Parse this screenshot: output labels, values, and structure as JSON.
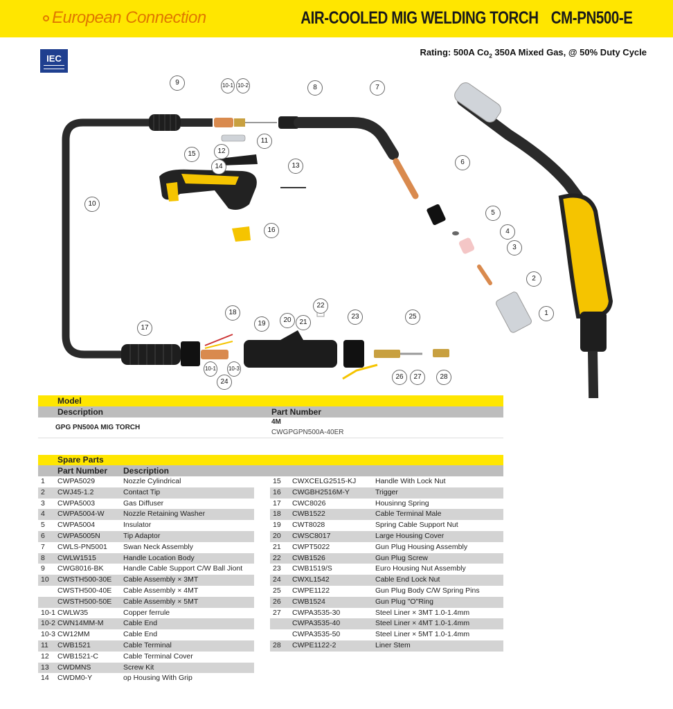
{
  "header": {
    "brand": "European Connection",
    "title": "AIR-COOLED MIG WELDING TORCH",
    "model": "CM-PN500-E",
    "bg_color": "#ffe600",
    "brand_color": "#e07800"
  },
  "logo": {
    "text": "IEC"
  },
  "rating": {
    "prefix": "Rating: 500A Co",
    "sub": "2",
    "suffix": " 350A Mixed Gas, @ 50% Duty Cycle"
  },
  "diagram": {
    "callouts": [
      "1",
      "2",
      "3",
      "4",
      "5",
      "6",
      "7",
      "8",
      "9",
      "10-1",
      "10-2",
      "11",
      "12",
      "13",
      "14",
      "15",
      "16",
      "10",
      "17",
      "18",
      "19",
      "20",
      "21",
      "22",
      "23",
      "25",
      "26",
      "27",
      "28",
      "10-1",
      "10-3",
      "24"
    ]
  },
  "model_table": {
    "title": "Model",
    "col_description": "Description",
    "col_part_number": "Part Number",
    "length": "4M",
    "description": "GPG PN500A MIG TORCH",
    "part_number": "CWGPGPN500A-40ER"
  },
  "spare_parts": {
    "title": "Spare Parts",
    "col_part_number": "Part Number",
    "col_description": "Description",
    "left": [
      {
        "no": "1",
        "pn": "CWPA5029",
        "desc": "Nozzle Cylindrical"
      },
      {
        "no": "2",
        "pn": "CWJ45-1.2",
        "desc": "Contact Tip"
      },
      {
        "no": "3",
        "pn": "CWPA5003",
        "desc": "Gas Diffuser"
      },
      {
        "no": "4",
        "pn": "CWPA5004-W",
        "desc": "Nozzle Retaining Washer"
      },
      {
        "no": "5",
        "pn": "CWPA5004",
        "desc": "Insulator"
      },
      {
        "no": "6",
        "pn": "CWPA5005N",
        "desc": "Tip Adaptor"
      },
      {
        "no": "7",
        "pn": "CWLS-PN5001",
        "desc": "Swan Neck Assembly"
      },
      {
        "no": "8",
        "pn": "CWLW1515",
        "desc": "Handle Location Body"
      },
      {
        "no": "9",
        "pn": "CWG8016-BK",
        "desc": "Handle Cable Support C/W Ball Jiont"
      },
      {
        "no": "10",
        "pn": "CWSTH500-30E",
        "desc": "Cable Assembly × 3MT"
      },
      {
        "no": "",
        "pn": "CWSTH500-40E",
        "desc": "Cable Assembly × 4MT"
      },
      {
        "no": "",
        "pn": "CWSTH500-50E",
        "desc": "Cable Assembly × 5MT"
      },
      {
        "no": "10-1",
        "pn": "CWLW35",
        "desc": "Copper ferrule"
      },
      {
        "no": "10-2",
        "pn": "CWN14MM-M",
        "desc": "Cable End"
      },
      {
        "no": "10-3",
        "pn": "CW12MM",
        "desc": "Cable End"
      },
      {
        "no": "11",
        "pn": "CWB1521",
        "desc": "Cable Terminal"
      },
      {
        "no": "12",
        "pn": "CWB1521-C",
        "desc": "Cable Terminal Cover"
      },
      {
        "no": "13",
        "pn": "CWDMNS",
        "desc": "Screw Kit"
      },
      {
        "no": "14",
        "pn": "CWDM0-Y",
        "desc": "op Housing With Grip"
      }
    ],
    "right": [
      {
        "no": "15",
        "pn": "CWXCELG2515-KJ",
        "desc": "Handle With Lock Nut"
      },
      {
        "no": "16",
        "pn": "CWGBH2516M-Y",
        "desc": "Trigger"
      },
      {
        "no": "17",
        "pn": "CWC8026",
        "desc": "Housinng Spring"
      },
      {
        "no": "18",
        "pn": "CWB1522",
        "desc": "Cable Terminal Male"
      },
      {
        "no": "19",
        "pn": "CWT8028",
        "desc": "Spring Cable Support Nut"
      },
      {
        "no": "20",
        "pn": "CWSC8017",
        "desc": "Large Housing Cover"
      },
      {
        "no": "21",
        "pn": "CWPT5022",
        "desc": "Gun Plug Housing Assembly"
      },
      {
        "no": "22",
        "pn": "CWB1526",
        "desc": "Gun Plug Screw"
      },
      {
        "no": "23",
        "pn": "CWB1519/S",
        "desc": "Euro Housing Nut Assembly"
      },
      {
        "no": "24",
        "pn": "CWXL1542",
        "desc": "Cable End Lock  Nut"
      },
      {
        "no": "25",
        "pn": "CWPE1122",
        "desc": "Gun Plug Body C/W Spring Pins"
      },
      {
        "no": "26",
        "pn": "CWB1524",
        "desc": "Gun Plug \"O\"Ring"
      },
      {
        "no": "27",
        "pn": "CWPA3535-30",
        "desc": "Steel Liner × 3MT 1.0-1.4mm"
      },
      {
        "no": "",
        "pn": "CWPA3535-40",
        "desc": "Steel Liner × 4MT 1.0-1.4mm"
      },
      {
        "no": "",
        "pn": "CWPA3535-50",
        "desc": "Steel Liner × 5MT 1.0-1.4mm"
      },
      {
        "no": "28",
        "pn": "CWPE1122-2",
        "desc": "Liner Stem"
      }
    ]
  }
}
